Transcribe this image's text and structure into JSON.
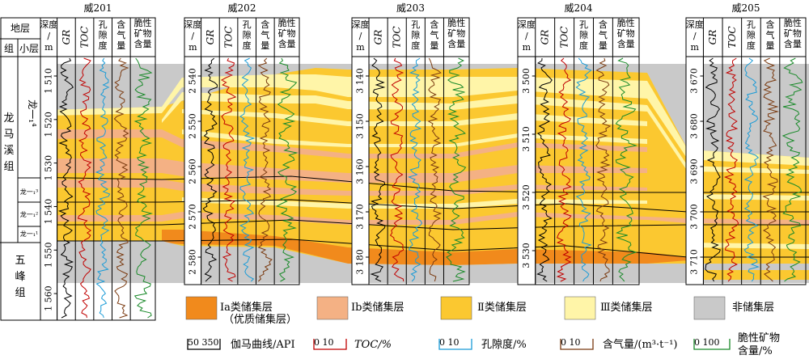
{
  "wells": [
    {
      "name": "威201",
      "cols": [
        "深度/m",
        "GR",
        "TOC",
        "孔隙度",
        "含气量",
        "脆性矿物含量"
      ],
      "depths": [
        "1 510",
        "1 520",
        "1 530",
        "1 540",
        "1 550",
        "1 560"
      ]
    },
    {
      "name": "威202",
      "cols": [
        "深度/m",
        "GR",
        "TOC",
        "孔隙度",
        "含气量",
        "脆性矿物含量"
      ],
      "depths": [
        "2 540",
        "2 550",
        "2 560",
        "2 570",
        "2 580"
      ]
    },
    {
      "name": "威203",
      "cols": [
        "深度/m",
        "GR",
        "TOC",
        "孔隙度",
        "含气量",
        "脆性矿物含量"
      ],
      "depths": [
        "3 140",
        "3 150",
        "3 160",
        "3 170",
        "3 180"
      ]
    },
    {
      "name": "威204",
      "cols": [
        "深度/m",
        "GR",
        "TOC",
        "孔隙度",
        "含气量",
        "脆性矿物含量"
      ],
      "depths": [
        "3 500",
        "3 510",
        "3 520",
        "3 530"
      ]
    },
    {
      "name": "威205",
      "cols": [
        "深度/m",
        "GR",
        "TOC",
        "孔隙度",
        "含气量",
        "脆性矿物含量"
      ],
      "depths": [
        "3 670",
        "3 680",
        "3 690",
        "3 700",
        "3 710"
      ]
    }
  ],
  "strat_header": {
    "top": "地层",
    "group": "组",
    "sublayer": "小层"
  },
  "strat": {
    "longmaxi": "龙马溪组",
    "long1_4": "龙一₁⁴",
    "long1_3": "龙一₁³",
    "long1_2": "龙一₁²",
    "long1_1": "龙一₁¹",
    "wufeng": "五峰组"
  },
  "legend": {
    "Ia": "Ⅰa类储集层",
    "Ia_sub": "（优质储集层）",
    "Ib": "Ⅰb类储集层",
    "II": "Ⅱ类储集层",
    "III": "Ⅲ类储集层",
    "non": "非储集层",
    "gr_scale": "50  350",
    "gr_label": "伽马曲线/API",
    "toc_scale": "0   10",
    "toc_label": "TOC/%",
    "por_scale": "0   10",
    "por_label": "孔隙度/%",
    "gas_scale": "0   10",
    "gas_label": "含气量/(m³·t⁻¹)",
    "brittle_scale": "0   100",
    "brittle_label_1": "脆性矿物",
    "brittle_label_2": "含量/%"
  },
  "colors": {
    "Ia": "#f18a1c",
    "Ib": "#f4b184",
    "II": "#fbc830",
    "III": "#fff5a8",
    "non": "#c9c9c9",
    "gr": "#000000",
    "toc": "#c00000",
    "por": "#1a9bd7",
    "gas": "#7a3a10",
    "brittle": "#1a8a2a"
  }
}
